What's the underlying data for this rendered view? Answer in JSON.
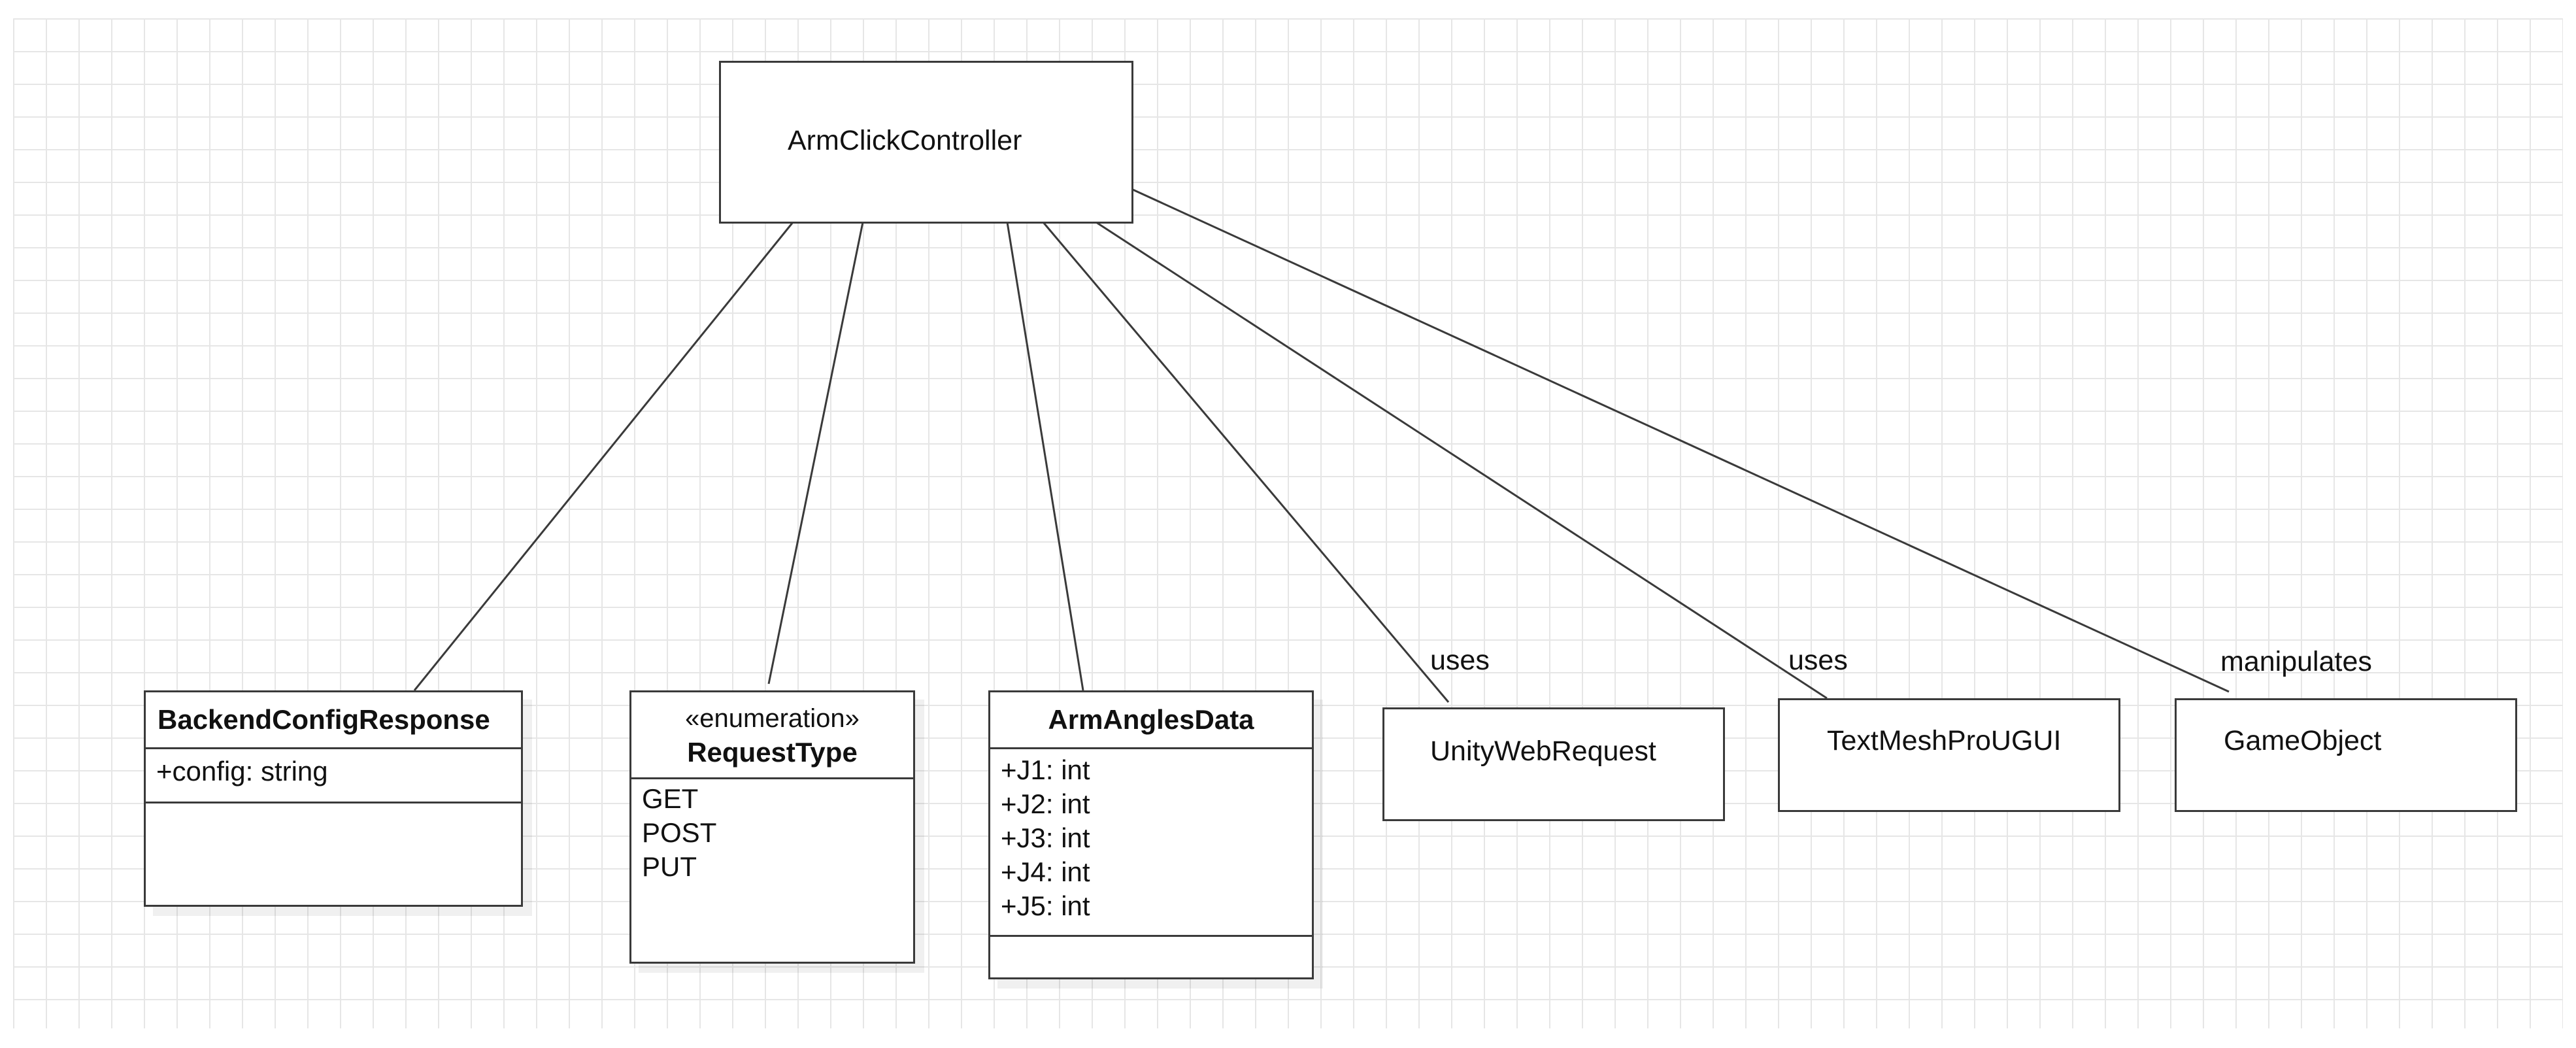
{
  "diagram": {
    "main_class": "ArmClickController",
    "classes": {
      "backend_config_response": {
        "name": "BackendConfigResponse",
        "attributes": [
          "+config: string"
        ]
      },
      "request_type": {
        "stereotype": "«enumeration»",
        "name": "RequestType",
        "literals": [
          "GET",
          "POST",
          "PUT"
        ]
      },
      "arm_angles_data": {
        "name": "ArmAnglesData",
        "attributes": [
          "+J1: int",
          "+J2: int",
          "+J3: int",
          "+J4: int",
          "+J5: int"
        ]
      }
    },
    "simple_boxes": {
      "unity_web_request": "UnityWebRequest",
      "text_mesh_pro_ugui": "TextMeshProUGUI",
      "game_object": "GameObject"
    },
    "edge_labels": {
      "uses_unity_web_request": "uses",
      "uses_text_mesh_pro": "uses",
      "manipulates_game_object": "manipulates"
    },
    "colors": {
      "stroke": "#3a3a3a",
      "grid": "#e6e6e6",
      "background": "#ffffff"
    }
  }
}
